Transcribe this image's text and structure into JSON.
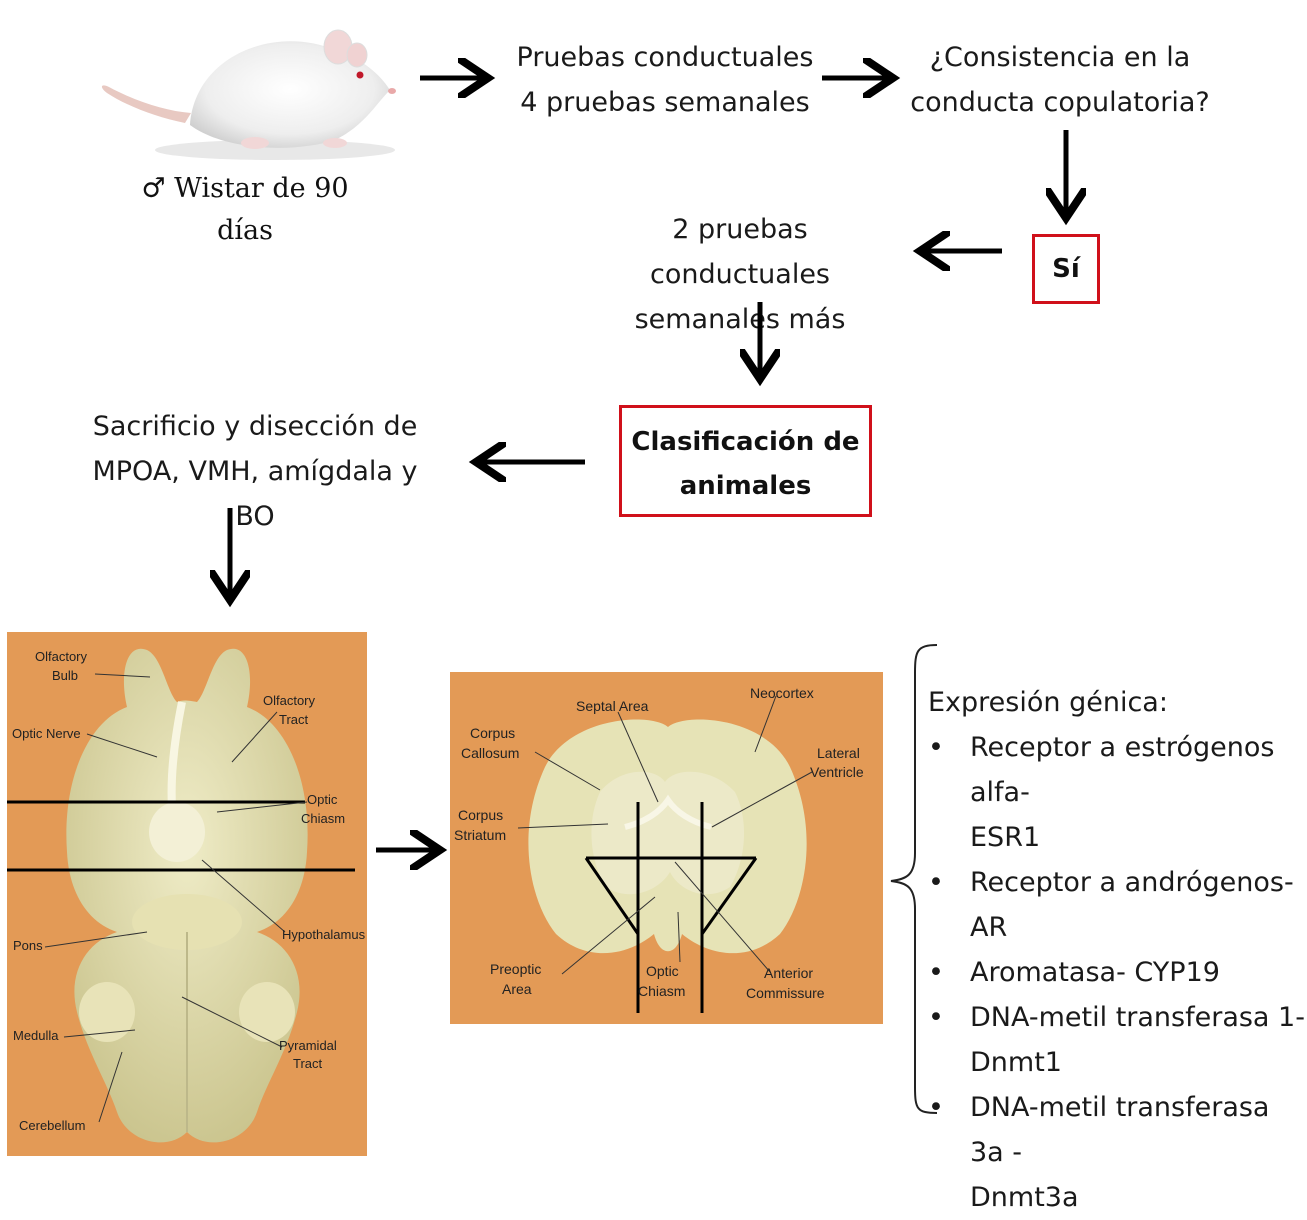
{
  "rat": {
    "caption": "♂ Wistar de 90 días"
  },
  "step1": {
    "line1": "Pruebas conductuales",
    "line2": "4 pruebas semanales"
  },
  "question": {
    "line1": "¿Consistencia en la",
    "line2": "conducta copulatoria?"
  },
  "yes_box": {
    "label": "Sí"
  },
  "step2": {
    "line1": "2 pruebas conductuales",
    "line2": "semanales más"
  },
  "classify_box": {
    "line1": "Clasificación de",
    "line2": "animales"
  },
  "dissection": {
    "line1": "Sacrificio y disección de",
    "line2": "MPOA, VMH, amígdala y BO"
  },
  "brain_ventral": {
    "labels": {
      "olfactory_bulb_1": "Olfactory",
      "olfactory_bulb_2": "Bulb",
      "olfactory_tract_1": "Olfactory",
      "olfactory_tract_2": "Tract",
      "optic_nerve": "Optic Nerve",
      "optic_chiasm_1": "Optic",
      "optic_chiasm_2": "Chiasm",
      "hypothalamus": "Hypothalamus",
      "pons": "Pons",
      "medulla": "Medulla",
      "pyramidal_tract_1": "Pyramidal",
      "pyramidal_tract_2": "Tract",
      "cerebellum": "Cerebellum"
    }
  },
  "brain_coronal": {
    "labels": {
      "septal_area": "Septal Area",
      "neocortex": "Neocortex",
      "corpus_callosum_1": "Corpus",
      "corpus_callosum_2": "Callosum",
      "lateral_ventricle_1": "Lateral",
      "lateral_ventricle_2": "Ventricle",
      "corpus_striatum_1": "Corpus",
      "corpus_striatum_2": "Striatum",
      "preoptic_area_1": "Preoptic",
      "preoptic_area_2": "Area",
      "optic_chiasm_1": "Optic",
      "optic_chiasm_2": "Chiasm",
      "anterior_commissure_1": "Anterior",
      "anterior_commissure_2": "Commissure"
    }
  },
  "gene_expression": {
    "title": "Expresión génica:",
    "items": [
      {
        "line1": "Receptor a estrógenos alfa-",
        "line2": "ESR1"
      },
      {
        "line1": "Receptor a andrógenos- AR",
        "line2": ""
      },
      {
        "line1": "Aromatasa- CYP19",
        "line2": ""
      },
      {
        "line1": "DNA-metil transferasa 1-",
        "line2": "Dnmt1"
      },
      {
        "line1": "DNA-metil transferasa 3a -",
        "line2": "Dnmt3a"
      }
    ]
  },
  "colors": {
    "box_border": "#d0101a",
    "brain_background": "#e39a56",
    "tissue": "#e8e4b4"
  }
}
